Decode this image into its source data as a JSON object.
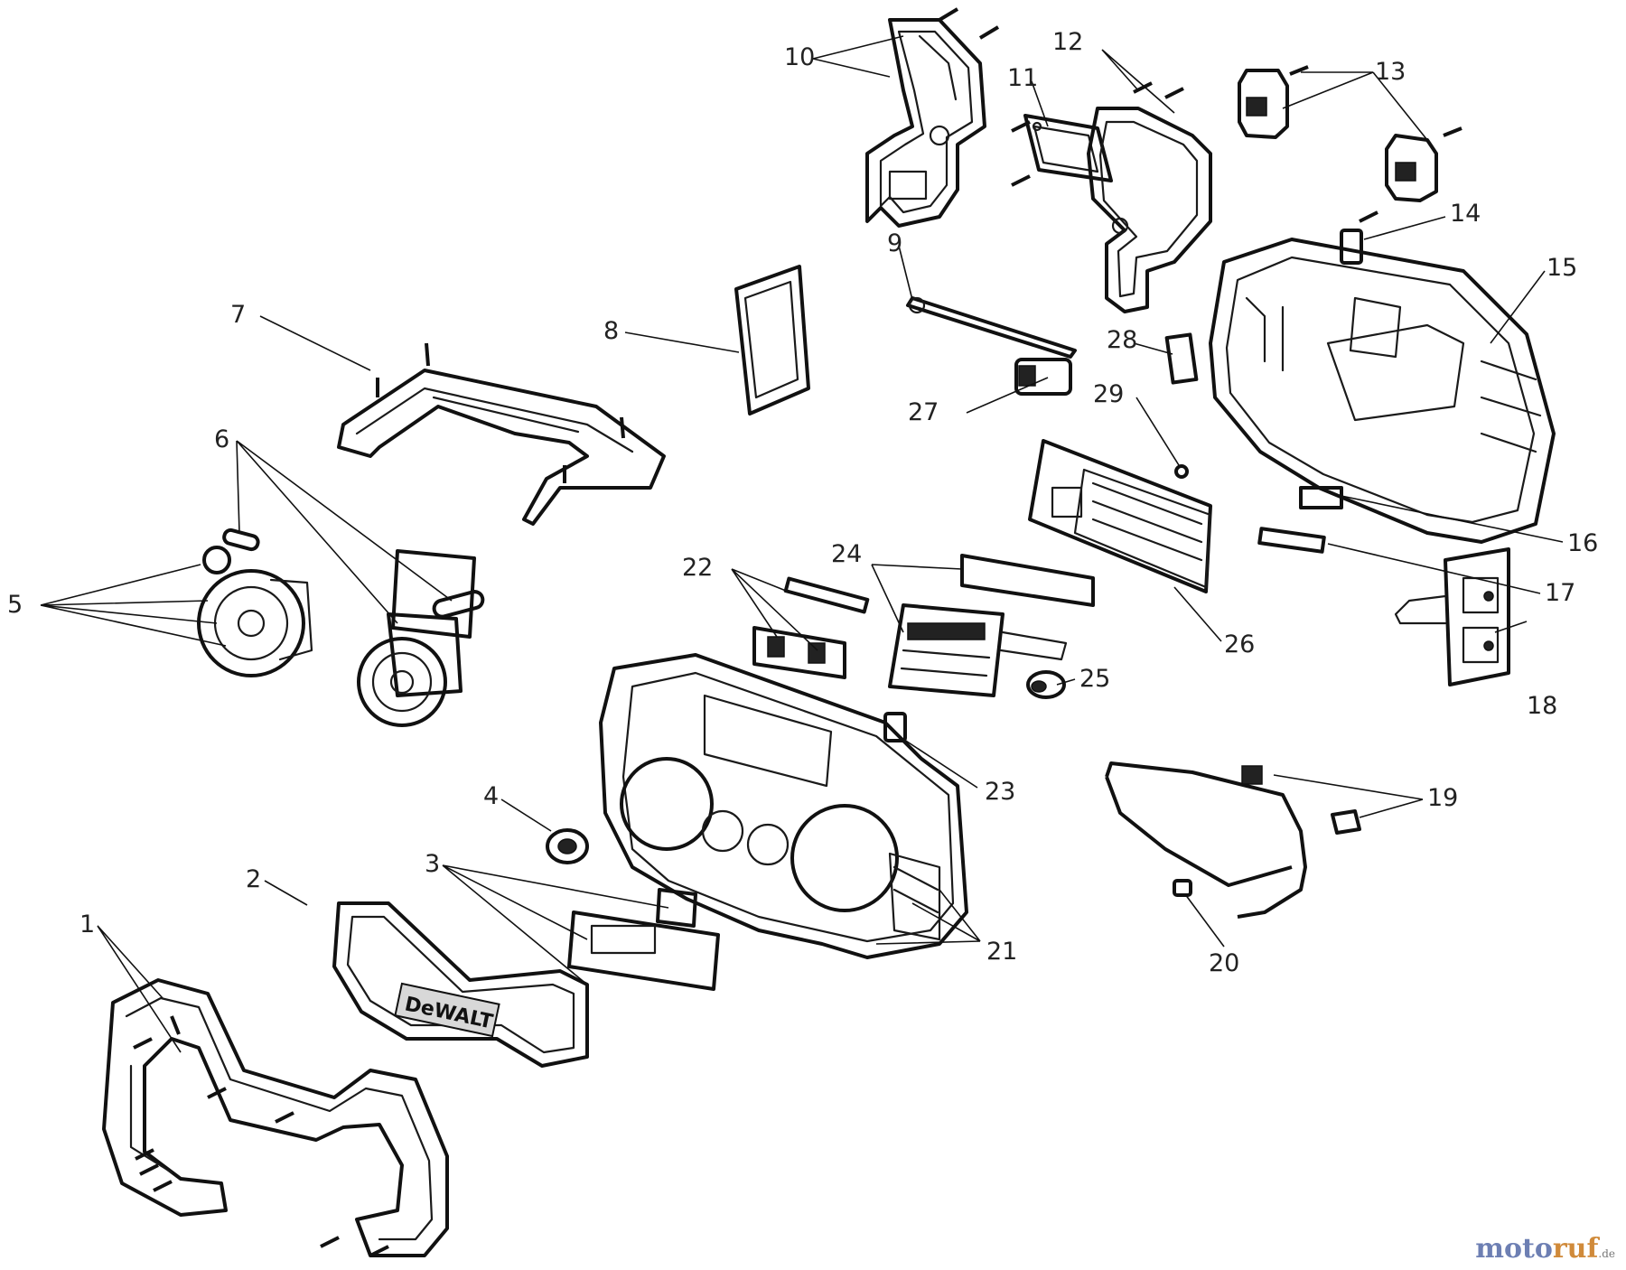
{
  "callouts": [
    {
      "label": "1"
    },
    {
      "label": "2"
    },
    {
      "label": "3"
    },
    {
      "label": "4"
    },
    {
      "label": "5"
    },
    {
      "label": "6"
    },
    {
      "label": "7"
    },
    {
      "label": "8"
    },
    {
      "label": "9"
    },
    {
      "label": "10"
    },
    {
      "label": "11"
    },
    {
      "label": "12"
    },
    {
      "label": "13"
    },
    {
      "label": "14"
    },
    {
      "label": "15"
    },
    {
      "label": "16"
    },
    {
      "label": "17"
    },
    {
      "label": "18"
    },
    {
      "label": "19"
    },
    {
      "label": "20"
    },
    {
      "label": "21"
    },
    {
      "label": "22"
    },
    {
      "label": "23"
    },
    {
      "label": "24"
    },
    {
      "label": "25"
    },
    {
      "label": "26"
    },
    {
      "label": "27"
    },
    {
      "label": "28"
    },
    {
      "label": "29"
    }
  ],
  "brand_plate_text": "DeWALT",
  "watermark": {
    "name_a": "moto",
    "name_b": "ruf",
    "tld": ".de"
  }
}
